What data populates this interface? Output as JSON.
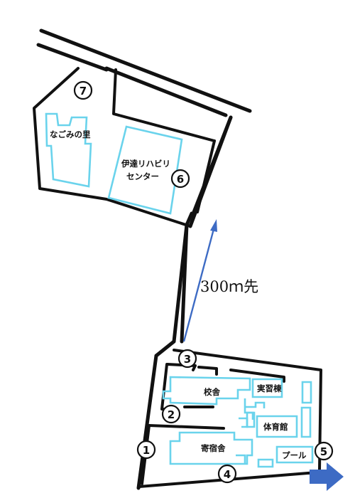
{
  "markers": {
    "m1": "1",
    "m2": "2",
    "m3": "3",
    "m4": "4",
    "m5": "5",
    "m6": "6",
    "m7": "7"
  },
  "labels": {
    "nagomi": "なごみの里",
    "date_line1": "伊達リハビリ",
    "date_line2": "センター",
    "kosha": "校舎",
    "jisshu": "実習棟",
    "taiiku": "体育館",
    "kishuku": "寄宿舎",
    "pool": "プール",
    "distance": "300ｍ先"
  },
  "colors": {
    "building_outline": "#6ad3ec",
    "road": "#111111",
    "arrow": "#3d6bc4"
  }
}
